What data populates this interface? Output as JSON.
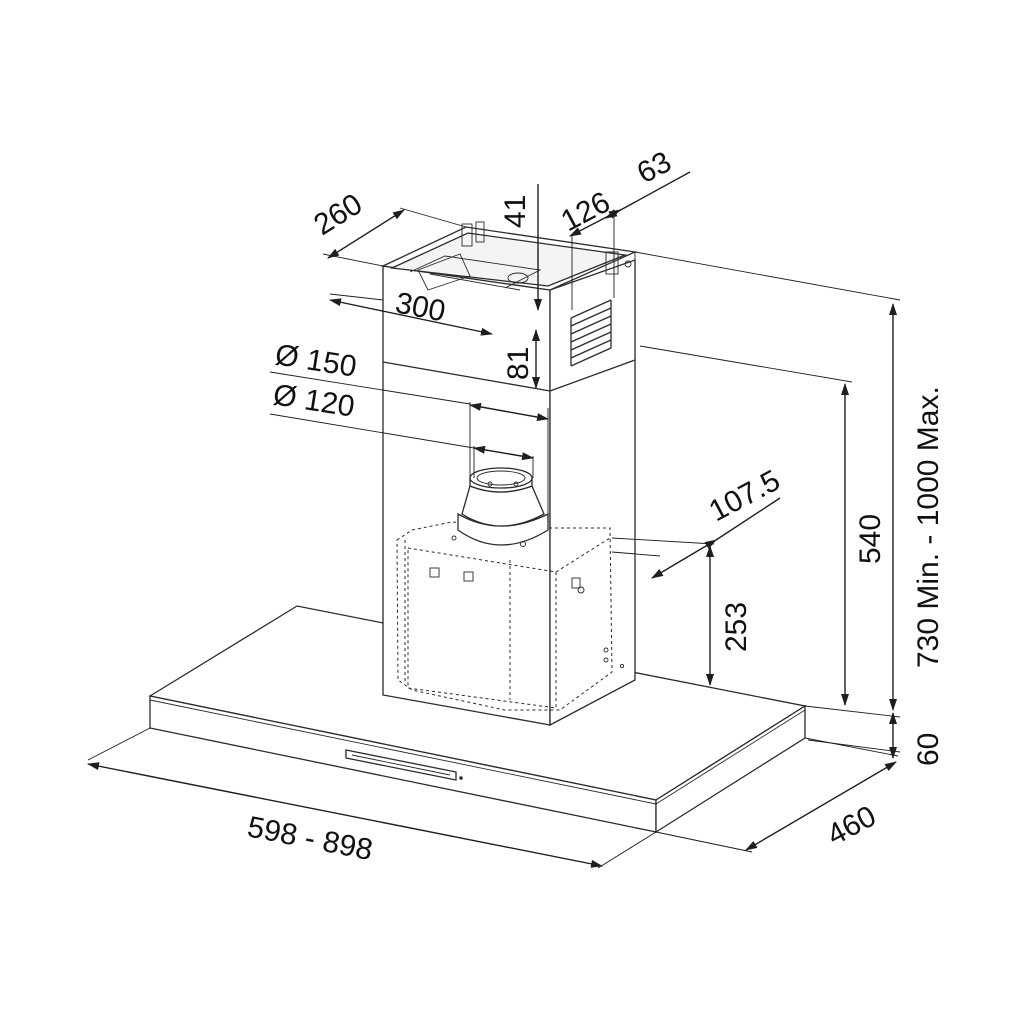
{
  "diagram": {
    "dimensions": {
      "top_depth": "260",
      "top_width": "300",
      "top_offset": "41",
      "side_offset": "126",
      "side_gap": "63",
      "collar_height": "81",
      "duct_outer": "Ø 150",
      "duct_inner": "Ø 120",
      "outlet_offset": "107.5",
      "outlet_height": "253",
      "chimney_lower": "540",
      "total_height": "730 Min. - 1000 Max.",
      "canopy_thickness": "60",
      "canopy_depth": "460",
      "canopy_width": "598 - 898"
    }
  }
}
